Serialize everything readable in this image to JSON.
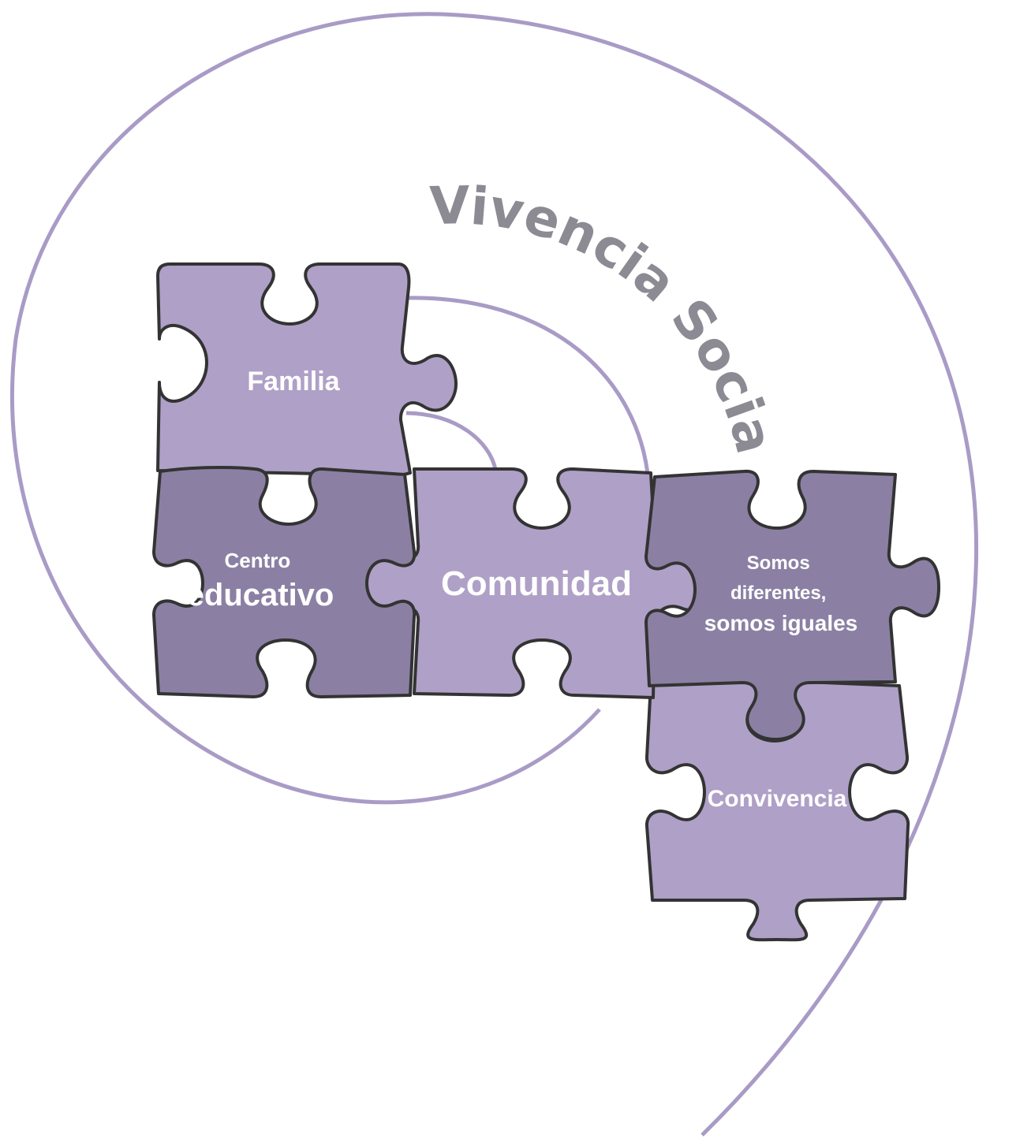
{
  "title": "Vivencia Social",
  "colors": {
    "spiral": "#a99bc6",
    "piece_light": "#afa0c7",
    "piece_dark": "#8b80a3",
    "outline": "#333333",
    "title_text": "#8c8a93",
    "label_text": "#ffffff"
  },
  "pieces": [
    {
      "id": "familia",
      "lines": [
        "Familia"
      ],
      "shade": "light"
    },
    {
      "id": "centro-educativo",
      "lines": [
        "Centro",
        "educativo"
      ],
      "shade": "dark"
    },
    {
      "id": "comunidad",
      "lines": [
        "Comunidad"
      ],
      "shade": "light"
    },
    {
      "id": "somos-diferentes",
      "lines": [
        "Somos",
        "diferentes,",
        "somos iguales"
      ],
      "shade": "dark"
    },
    {
      "id": "convivencia",
      "lines": [
        "Convivencia"
      ],
      "shade": "light"
    }
  ]
}
